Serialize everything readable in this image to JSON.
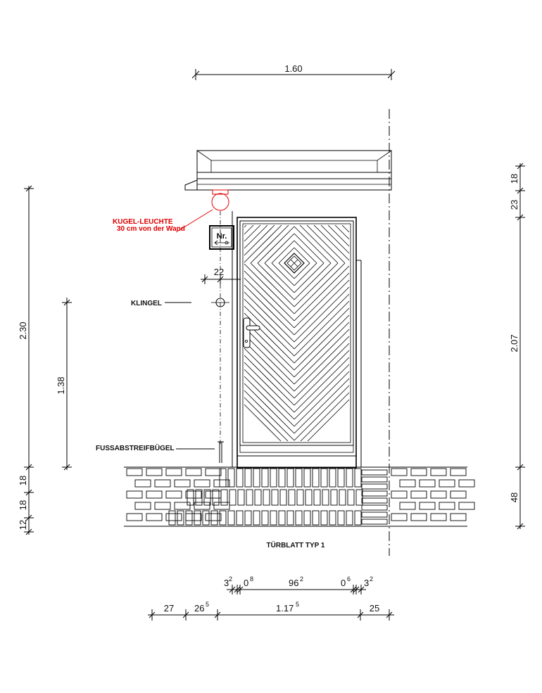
{
  "colors": {
    "ink": "#000000",
    "annotation": "#e00000",
    "background": "#ffffff"
  },
  "dimensions": {
    "top_width": "1.60",
    "right_segments": {
      "s18": "18",
      "s23": "23",
      "s207": "2.07",
      "s48": "48"
    },
    "left_total": "2.30",
    "left_bell_height": "1.38",
    "left_bottom": {
      "s18a": "18",
      "s18b": "18",
      "s12": "12"
    },
    "bell_offset": "22",
    "frame_row": {
      "a_main": "3",
      "a_sup": "2",
      "b_main": "0",
      "b_sup": "8",
      "c_main": "96",
      "c_sup": "2",
      "d_main": "0",
      "d_sup": "6",
      "e_main": "3",
      "e_sup": "2"
    },
    "opening_row": {
      "a": "27",
      "b_main": "26",
      "b_sup": "5",
      "c_main": "1.17",
      "c_sup": "5",
      "d": "25"
    }
  },
  "annotations": {
    "light_line1": "KUGEL-LEUCHTE",
    "light_line2": "30 cm von der Wand",
    "bell": "KLINGEL",
    "boot_scraper": "FUSSABSTREIFBÜGEL",
    "house_number": "Nr.",
    "caption": "TÜRBLATT TYP 1"
  },
  "icons": [
    "ball-light-icon",
    "house-number-sign-icon",
    "doorbell-icon",
    "door-handle-icon",
    "boot-scraper-icon"
  ]
}
